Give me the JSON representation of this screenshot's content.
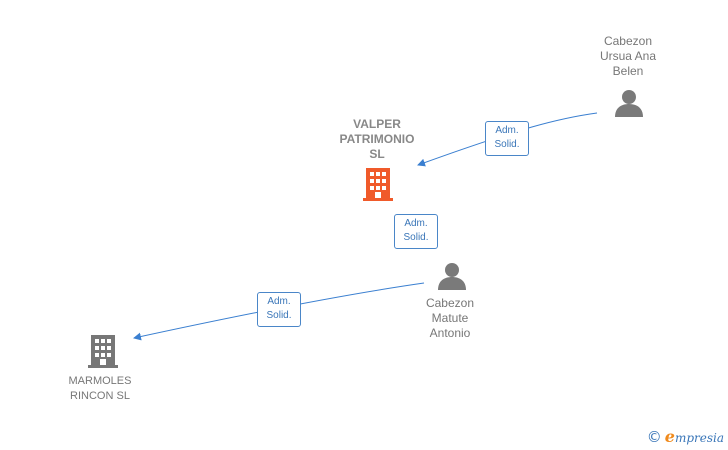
{
  "nodes": {
    "valper": {
      "lines": [
        "VALPER",
        "PATRIMONIO",
        "SL"
      ],
      "color": "#f05a2a"
    },
    "marmoles": {
      "lines": [
        "MARMOLES",
        "RINCON  SL"
      ],
      "color": "#777777"
    },
    "cabezon_ursua": {
      "lines": [
        "Cabezon",
        "Ursua Ana",
        "Belen"
      ]
    },
    "cabezon_matute": {
      "lines": [
        "Cabezon",
        "Matute",
        "Antonio"
      ]
    }
  },
  "edges": {
    "ursua_to_valper": {
      "line1": "Adm.",
      "line2": "Solid."
    },
    "matute_to_valper": {
      "line1": "Adm.",
      "line2": "Solid."
    },
    "matute_to_marmoles": {
      "line1": "Adm.",
      "line2": "Solid."
    }
  },
  "colors": {
    "edge": "#3a7fd0",
    "person": "#7a7a7a"
  },
  "icons": {
    "company_main": "building-icon",
    "company_other": "building-icon",
    "person": "person-icon",
    "copyright": "copyright-icon"
  },
  "footer": {
    "copyright": "©",
    "brand_initial": "e",
    "brand_rest": "mpresia"
  }
}
